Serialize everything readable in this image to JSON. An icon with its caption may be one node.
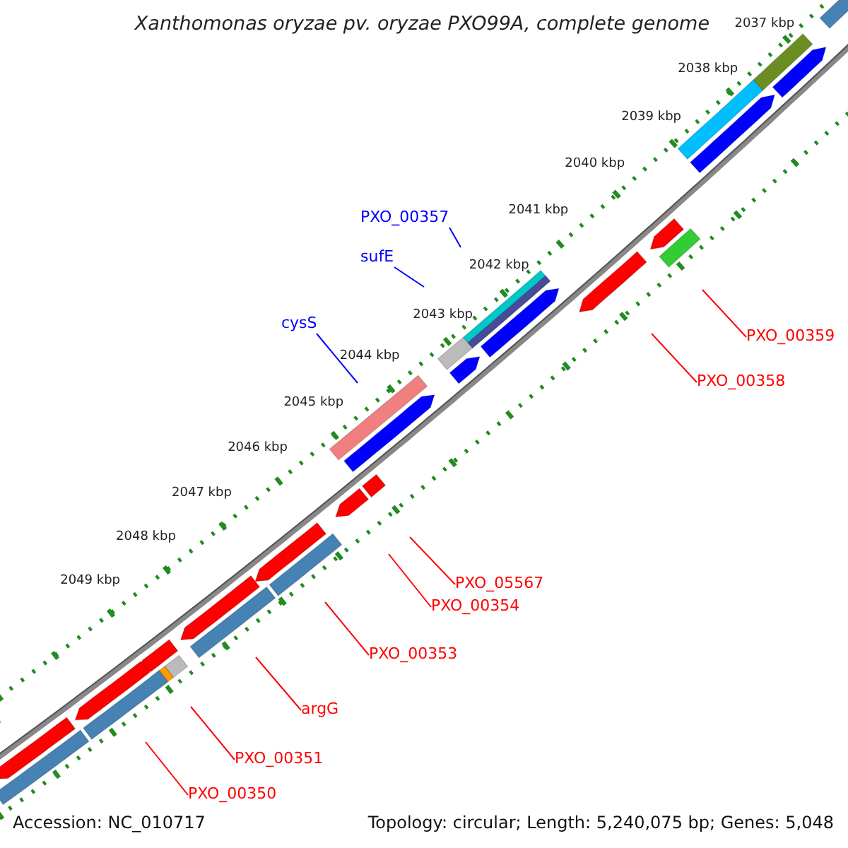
{
  "diagram": {
    "title": "Xanthomonas oryzae pv. oryzae PXO99A, complete genome",
    "nodes": [
      {
        "text": [
          "PXO_00357"
        ]
      },
      {
        "text": [
          "sufE"
        ]
      },
      {
        "text": [
          "cysS"
        ]
      },
      {
        "text": [
          "PXO_00359"
        ]
      },
      {
        "text": [
          "PXO_00358"
        ]
      },
      {
        "text": [
          "PXO_05567"
        ]
      },
      {
        "text": [
          "PXO_00354"
        ]
      },
      {
        "text": [
          "PXO_00353"
        ]
      },
      {
        "text": [
          "argG"
        ]
      },
      {
        "text": [
          "PXO_00351"
        ]
      },
      {
        "text": [
          "PXO_00350"
        ]
      }
    ],
    "edges": [
      {
        "from": 0,
        "to": null,
        "arrow": "none",
        "color": "#0000ff"
      },
      {
        "from": 1,
        "to": null,
        "arrow": "none",
        "color": "#0000ff"
      },
      {
        "from": 2,
        "to": null,
        "arrow": "none",
        "color": "#0000ff"
      },
      {
        "from": 3,
        "to": null,
        "arrow": "none"
      },
      {
        "from": 4,
        "to": null,
        "arrow": "none"
      },
      {
        "from": 5,
        "to": null,
        "arrow": "none"
      },
      {
        "from": 6,
        "to": null,
        "arrow": "none"
      },
      {
        "from": 7,
        "to": null,
        "arrow": "none"
      },
      {
        "from": 8,
        "to": null,
        "arrow": "none"
      },
      {
        "from": 9,
        "to": null,
        "arrow": "none"
      },
      {
        "from": 10,
        "to": null,
        "arrow": "none"
      }
    ],
    "labels": [
      "2037 kbp",
      "2038 kbp",
      "2039 kbp",
      "2040 kbp",
      "2041 kbp",
      "2042 kbp",
      "2043 kbp",
      "2044 kbp",
      "2045 kbp",
      "2046 kbp",
      "2047 kbp",
      "2048 kbp",
      "2049 kbp",
      "Accession: NC_010717",
      "Topology: circular; Length: 5,240,075 bp; Genes: 5,048"
    ]
  }
}
